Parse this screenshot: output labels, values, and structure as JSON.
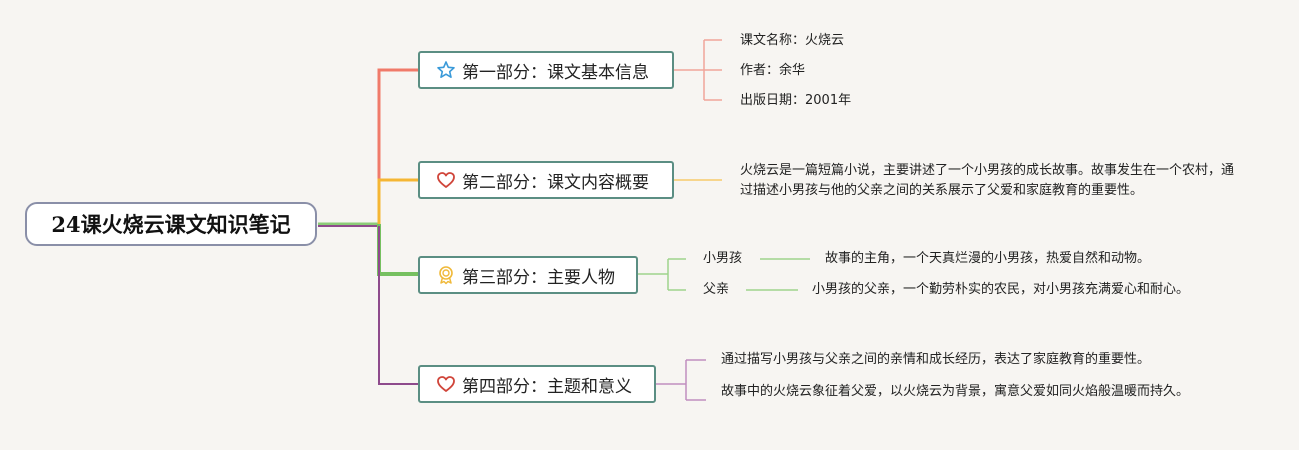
{
  "root": {
    "title": "24课火烧云课文知识笔记"
  },
  "branches": [
    {
      "label": "第一部分：课文基本信息",
      "icon": "star-icon",
      "color": "#f07a6a",
      "items": [
        "课文名称：火烧云",
        "作者：余华",
        "出版日期：2001年"
      ]
    },
    {
      "label": "第二部分：课文内容概要",
      "icon": "heart-icon",
      "color": "#f5b634",
      "items": [
        "火烧云是一篇短篇小说，主要讲述了一个小男孩的成长故事。故事发生在一个农村，通过描述小男孩与他的父亲之间的关系展示了父爱和家庭教育的重要性。"
      ]
    },
    {
      "label": "第三部分：主要人物",
      "icon": "award-icon",
      "color": "#76c060",
      "characters": [
        {
          "name": "小男孩",
          "desc": "故事的主角，一个天真烂漫的小男孩，热爱自然和动物。"
        },
        {
          "name": "父亲",
          "desc": "小男孩的父亲，一个勤劳朴实的农民，对小男孩充满爱心和耐心。"
        }
      ]
    },
    {
      "label": "第四部分：主题和意义",
      "icon": "heart-icon",
      "color": "#8e4a8c",
      "items": [
        "通过描写小男孩与父亲之间的亲情和成长经历，表达了家庭教育的重要性。",
        "故事中的火烧云象征着父爱，以火烧云为背景，寓意父爱如同火焰般温暖而持久。"
      ]
    }
  ]
}
